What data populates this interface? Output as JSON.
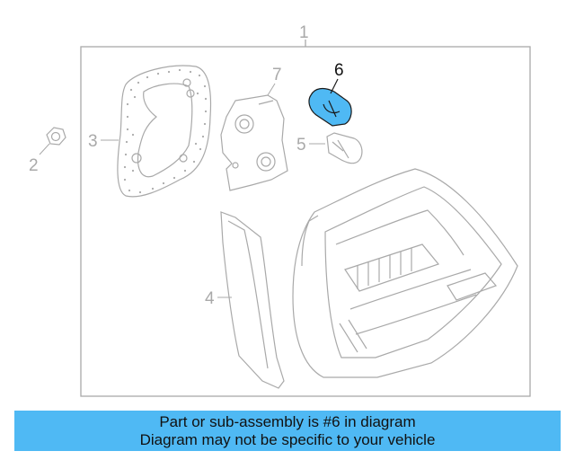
{
  "diagram": {
    "callouts": {
      "assembly": "1",
      "part2": "2",
      "part3": "3",
      "part4": "4",
      "part5": "5",
      "part6": "6",
      "part7": "7"
    },
    "highlighted_part": "6",
    "highlight_color": "#4fb9f4",
    "line_color": "#a9a9a9"
  },
  "info_bar": {
    "line1": "Part or sub-assembly is #6 in diagram",
    "line2": "Diagram may not be specific to your vehicle",
    "background_color": "#4fb9f4"
  }
}
